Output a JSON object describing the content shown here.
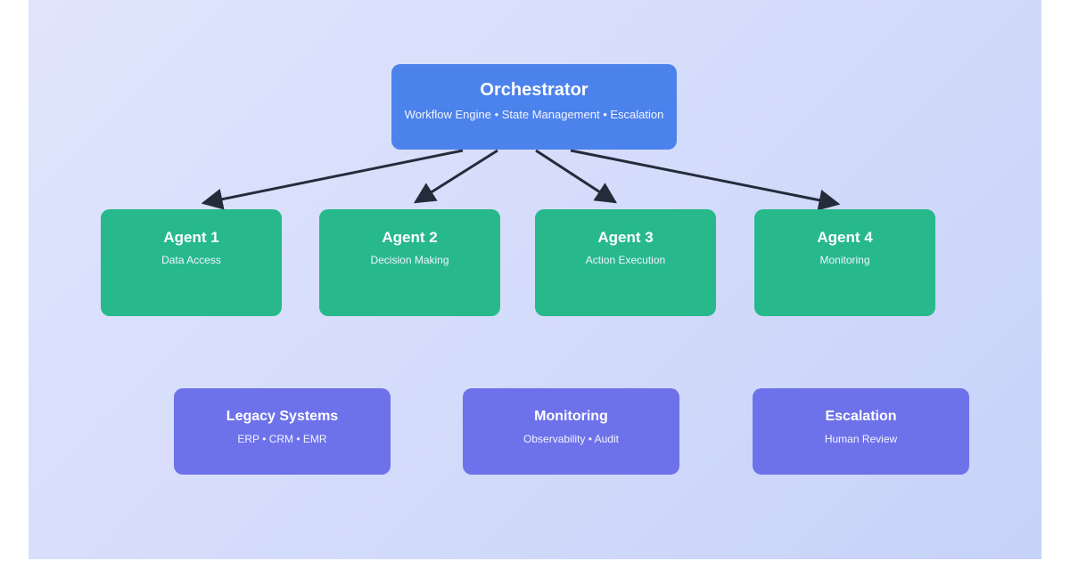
{
  "diagram": {
    "orchestrator": {
      "title": "Orchestrator",
      "subtitle": "Workflow Engine • State Management • Escalation"
    },
    "agents": [
      {
        "title": "Agent 1",
        "subtitle": "Data Access"
      },
      {
        "title": "Agent 2",
        "subtitle": "Decision Making"
      },
      {
        "title": "Agent 3",
        "subtitle": "Action Execution"
      },
      {
        "title": "Agent 4",
        "subtitle": "Monitoring"
      }
    ],
    "systems": [
      {
        "title": "Legacy Systems",
        "subtitle": "ERP • CRM • EMR"
      },
      {
        "title": "Monitoring",
        "subtitle": "Observability • Audit"
      },
      {
        "title": "Escalation",
        "subtitle": "Human Review"
      }
    ],
    "edges": [
      {
        "from": "orchestrator",
        "to": "agent-1"
      },
      {
        "from": "orchestrator",
        "to": "agent-2"
      },
      {
        "from": "orchestrator",
        "to": "agent-3"
      },
      {
        "from": "orchestrator",
        "to": "agent-4"
      }
    ],
    "colors": {
      "orchestrator_fill": "#4c82ec",
      "agent_fill": "#27b98b",
      "system_fill": "#6d72ea",
      "arrow": "#242c3b",
      "text": "#ffffff",
      "background_start": "#e0e5fc",
      "background_end": "#c7d2f9",
      "page_margin": "#ffffff"
    }
  }
}
